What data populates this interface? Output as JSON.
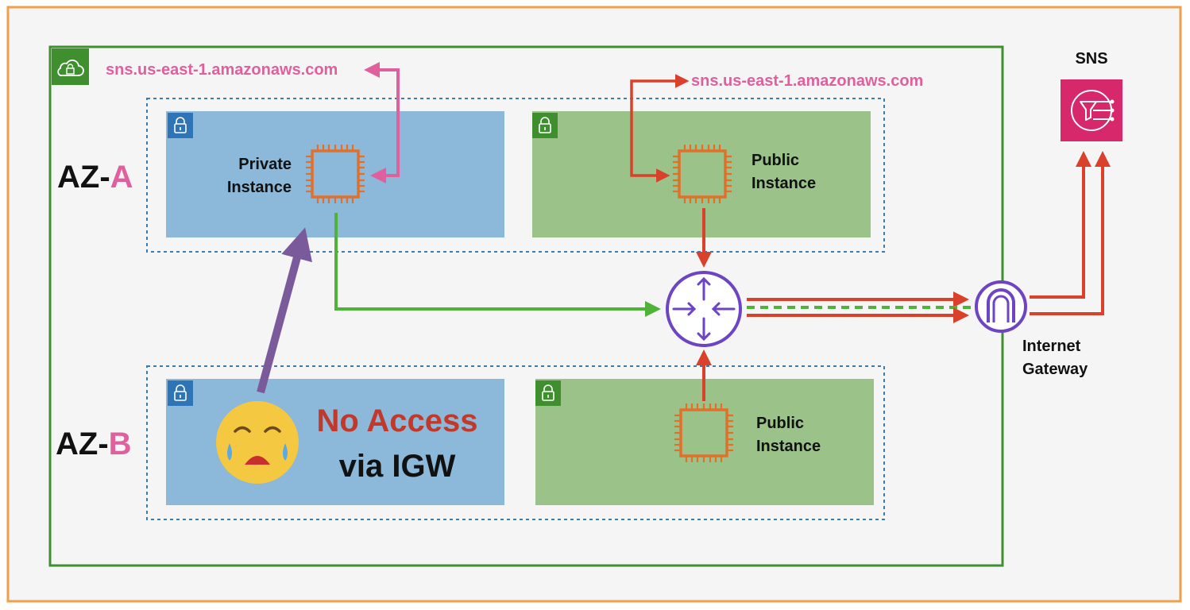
{
  "region": {
    "sns_endpoint_private": "sns.us-east-1.amazonaws.com",
    "sns_endpoint_public": "sns.us-east-1.amazonaws.com"
  },
  "az_a": {
    "prefix": "AZ-",
    "letter": "A"
  },
  "az_b": {
    "prefix": "AZ-",
    "letter": "B"
  },
  "private_instance": {
    "line1": "Private",
    "line2": "Instance"
  },
  "public_instance_a": {
    "line1": "Public",
    "line2": "Instance"
  },
  "public_instance_b": {
    "line1": "Public",
    "line2": "Instance"
  },
  "no_access": {
    "line1": "No Access",
    "line2": "via IGW"
  },
  "internet_gateway": {
    "line1": "Internet",
    "line2": "Gateway"
  },
  "sns": {
    "label": "SNS"
  },
  "colors": {
    "outer_border": "#f0a04b",
    "vpc_border": "#3f8f2f",
    "private_subnet": "#8cb8d9",
    "public_subnet": "#9ac289",
    "pink": "#e0609e",
    "red_arrow": "#d9412b",
    "green_arrow": "#4fb33a",
    "purple": "#6d44c4",
    "chip": "#e0702a",
    "sns_box": "#d6286a",
    "no_access_red": "#c0392b"
  },
  "icons": {
    "vpc": "cloud-lock-icon",
    "subnet": "padlock-icon",
    "instance": "ec2-chip-icon",
    "router": "router-icon",
    "gateway": "internet-gateway-icon",
    "sns": "sns-icon",
    "face": "crying-face-icon"
  }
}
